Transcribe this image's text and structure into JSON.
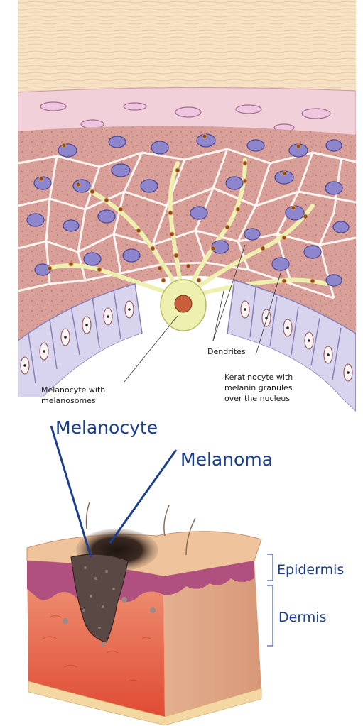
{
  "top_panel": {
    "labels": {
      "dendrites": "Dendrites",
      "melanocyte_line1": "Melanocyte with",
      "melanocyte_line2": "melanosomes",
      "keratinocyte_line1": "Keratinocyte with",
      "keratinocyte_line2": "melanin granules",
      "keratinocyte_line3": "over the nucleus"
    }
  },
  "bottom_panel": {
    "labels": {
      "melanocyte": "Melanocyte",
      "melanoma": "Melanoma",
      "epidermis": "Epidermis",
      "dermis": "Dermis"
    }
  },
  "colors": {
    "label_blue": "#1b3f8f",
    "keratinocyte_fill": "#d9a09a",
    "nucleus_purple": "#8d86cc",
    "basal_cell_lavender": "#d9d4ee",
    "dendrite_yellow": "#eef0b0",
    "melanin_brown": "#8a4a1c",
    "stratum_corneum": "#f6dcc0",
    "dermis_red": "#e45a3e",
    "epidermis_purple": "#b0507e"
  }
}
